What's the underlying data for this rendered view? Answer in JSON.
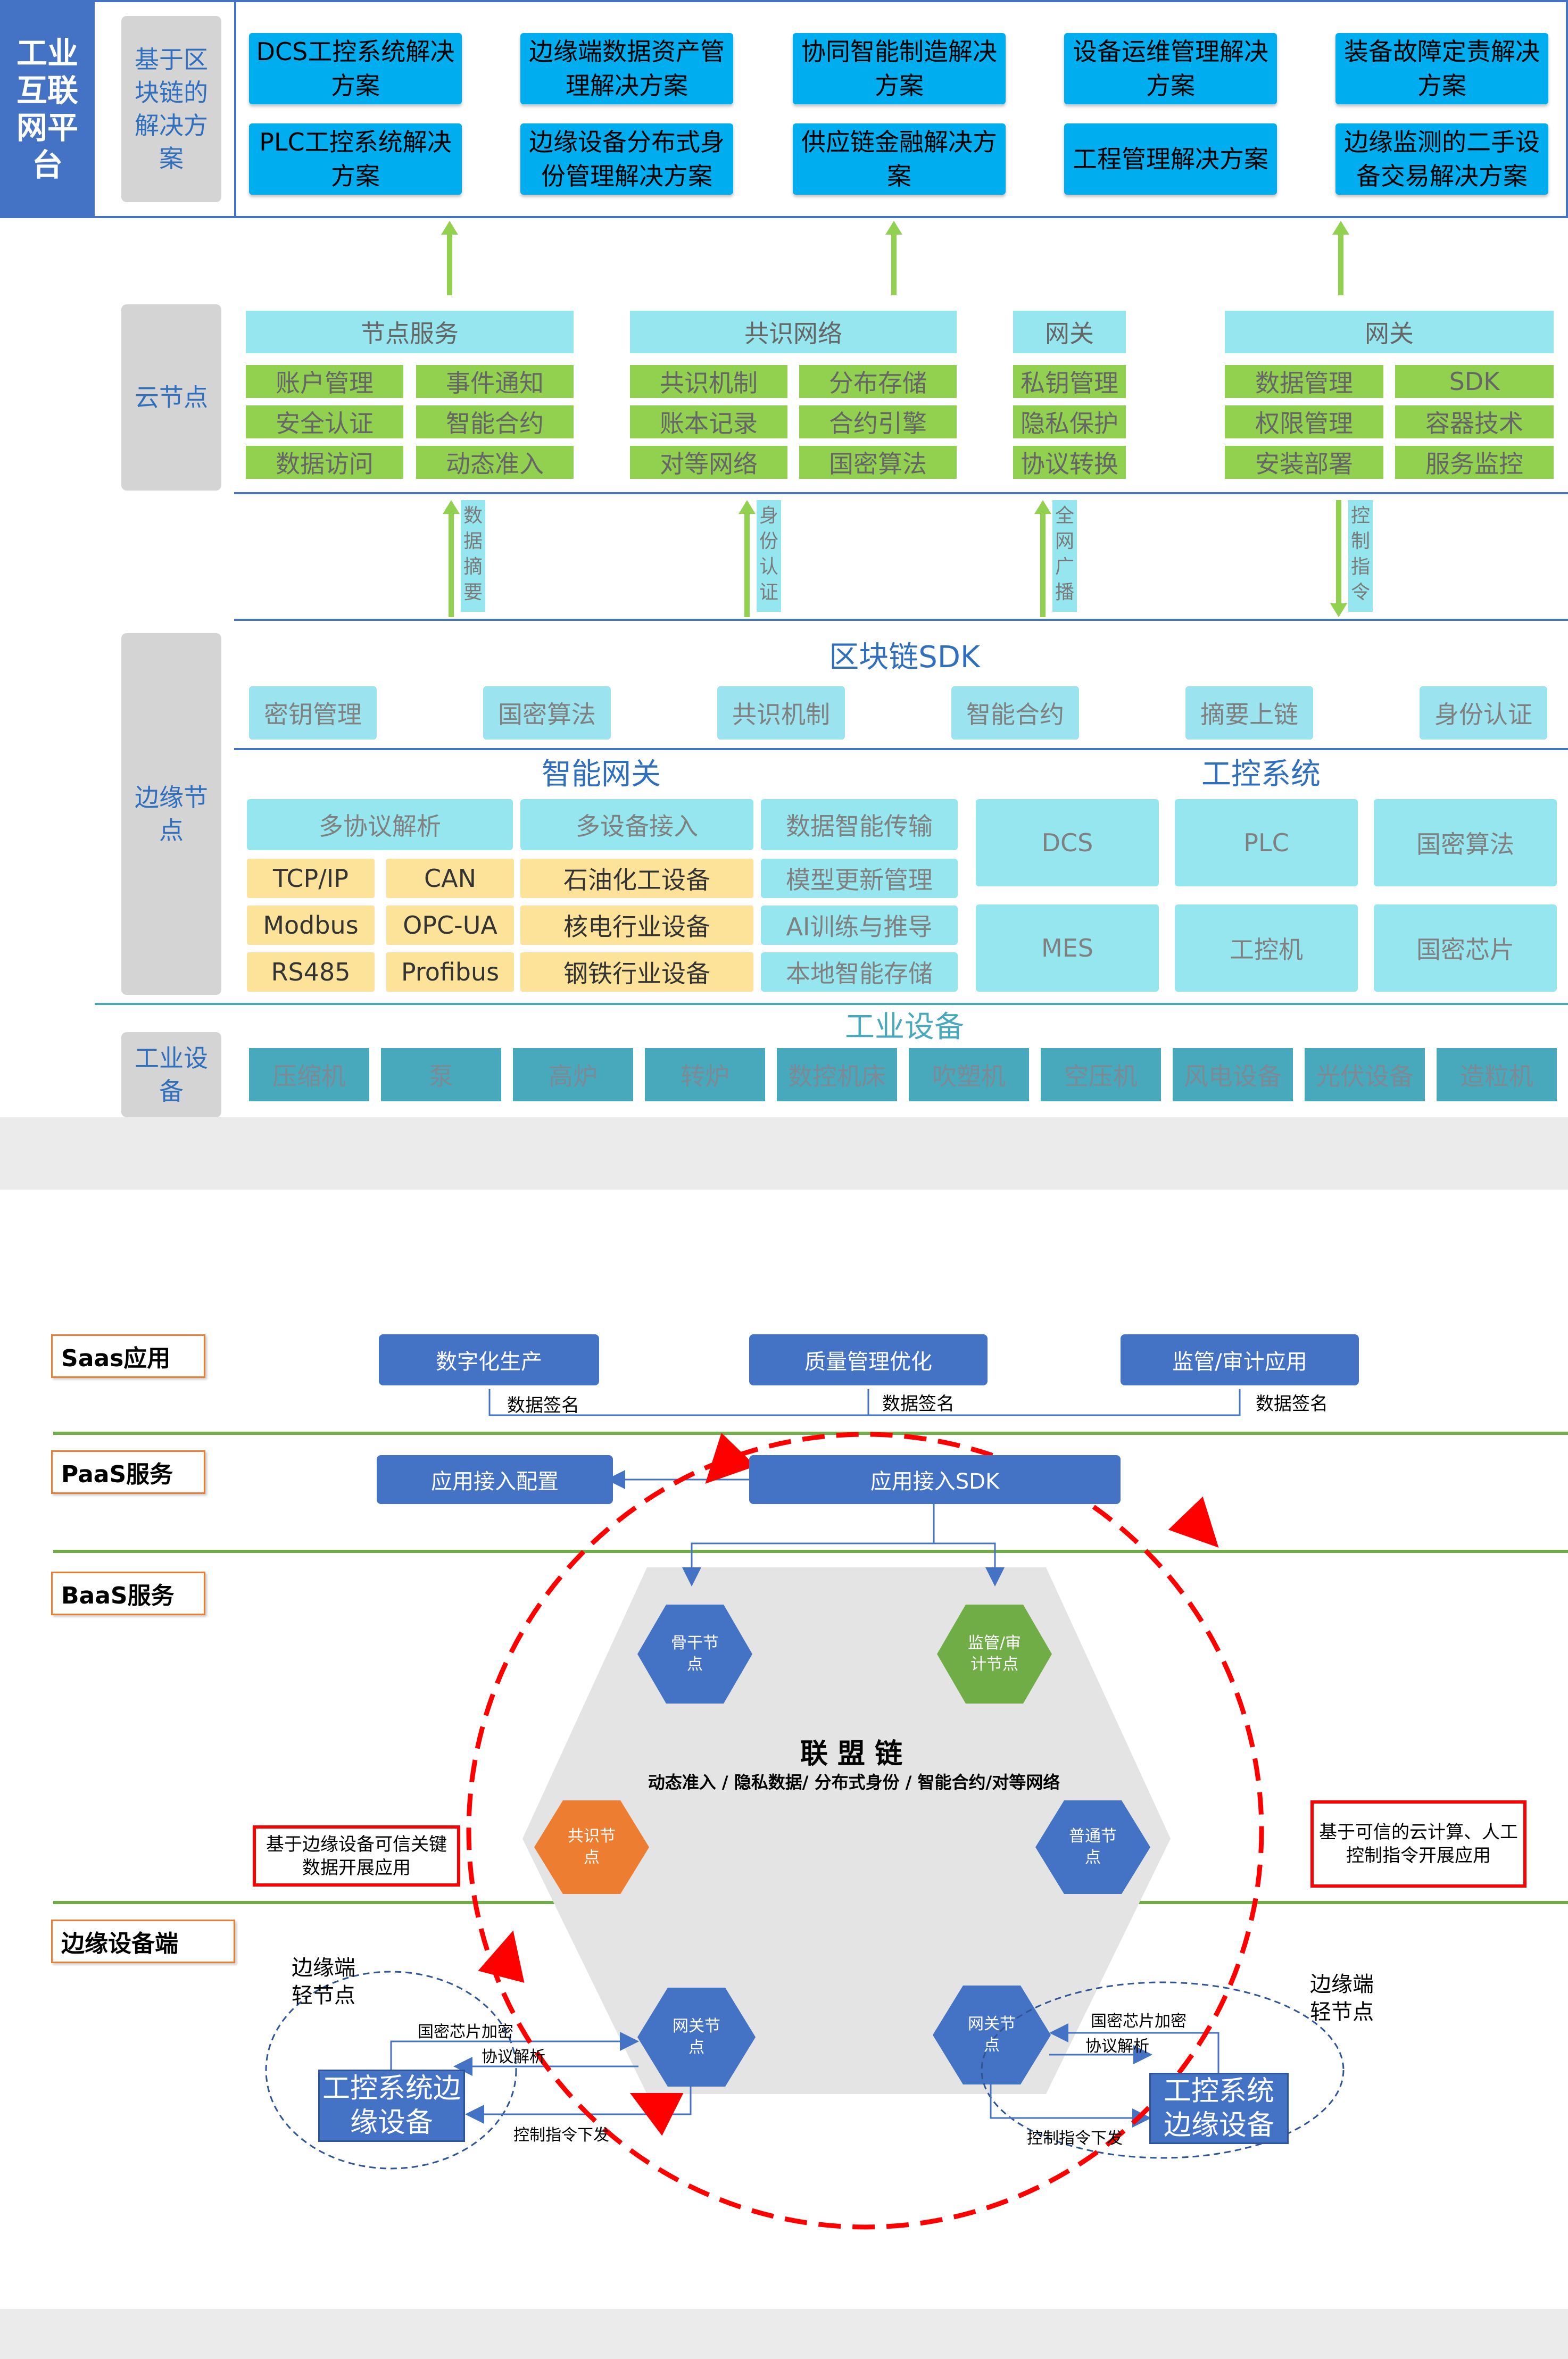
{
  "panel1": {
    "platform_title": "工业互联网平台",
    "solutions_label": "基于区块链的解决方案",
    "solutions": [
      "DCS工控系统解决方案",
      "边缘端数据资产管理解决方案",
      "协同智能制造解决方案",
      "设备运维管理解决方案",
      "装备故障定责解决方案",
      "PLC工控系统解决方案",
      "边缘设备分布式身份管理解决方案",
      "供应链金融解决方案",
      "工程管理解决方案",
      "边缘监测的二手设备交易解决方案"
    ],
    "cloud_label": "云节点",
    "cloud_groups": [
      {
        "title": "节点服务",
        "items": [
          "账户管理",
          "事件通知",
          "安全认证",
          "智能合约",
          "数据访问",
          "动态准入"
        ]
      },
      {
        "title": "共识网络",
        "items": [
          "共识机制",
          "分布存储",
          "账本记录",
          "合约引擎",
          "对等网络",
          "国密算法"
        ]
      },
      {
        "title": "网关",
        "items": [
          "私钥管理",
          "隐私保护",
          "协议转换"
        ]
      },
      {
        "title": "网关",
        "items": [
          "数据管理",
          "SDK",
          "权限管理",
          "容器技术",
          "安装部署",
          "服务监控"
        ]
      }
    ],
    "flow_labels": [
      "数据摘要",
      "身份认证",
      "全网广播",
      "控制指令"
    ],
    "edge_label": "边缘节点",
    "sdk_title": "区块链SDK",
    "sdk_items": [
      "密钥管理",
      "国密算法",
      "共识机制",
      "智能合约",
      "摘要上链",
      "身份认证"
    ],
    "gateway_title": "智能网关",
    "gateway_top": [
      "多协议解析",
      "多设备接入",
      "数据智能传输"
    ],
    "protocols": [
      "TCP/IP",
      "CAN",
      "Modbus",
      "OPC-UA",
      "RS485",
      "Profibus"
    ],
    "industries": [
      "石油化工设备",
      "核电行业设备",
      "钢铁行业设备"
    ],
    "ai_items": [
      "模型更新管理",
      "AI训练与推导",
      "本地智能存储"
    ],
    "control_title": "工控系统",
    "control_items": [
      "DCS",
      "PLC",
      "国密算法",
      "MES",
      "工控机",
      "国密芯片"
    ],
    "device_label": "工业设备",
    "device_title": "工业设备",
    "devices": [
      "压缩机",
      "泵",
      "高炉",
      "转炉",
      "数控机床",
      "吹塑机",
      "空压机",
      "风电设备",
      "光伏设备",
      "造粒机"
    ]
  },
  "panel2": {
    "layers": [
      "Saas应用",
      "PaaS服务",
      "BaaS服务",
      "边缘设备端"
    ],
    "saas_apps": [
      "数字化生产",
      "质量管理优化",
      "监管/审计应用"
    ],
    "data_sign": "数据签名",
    "paas_items": [
      "应用接入配置",
      "应用接入SDK"
    ],
    "hex_nodes": [
      "骨干节点",
      "监管/审计节点",
      "共识节点",
      "普通节点",
      "网关节点",
      "网关节点"
    ],
    "chain_title": "联 盟 链",
    "chain_subtitle": "动态准入 / 隐私数据/ 分布式身份 / 智能合约/对等网络",
    "left_note": "基于边缘设备可信关键数据开展应用",
    "right_note": "基于可信的云计算、人工控制指令开展应用",
    "edge_light": "边缘端轻节点",
    "edge_device": "工控系统边缘设备",
    "chip_encrypt": "国密芯片加密",
    "protocol_parse": "协议解析",
    "control_issue": "控制指令下发",
    "colors": {
      "blue": "#4472c4",
      "green": "#70ad47",
      "orange": "#ed7d31",
      "red": "#ff0000"
    }
  }
}
